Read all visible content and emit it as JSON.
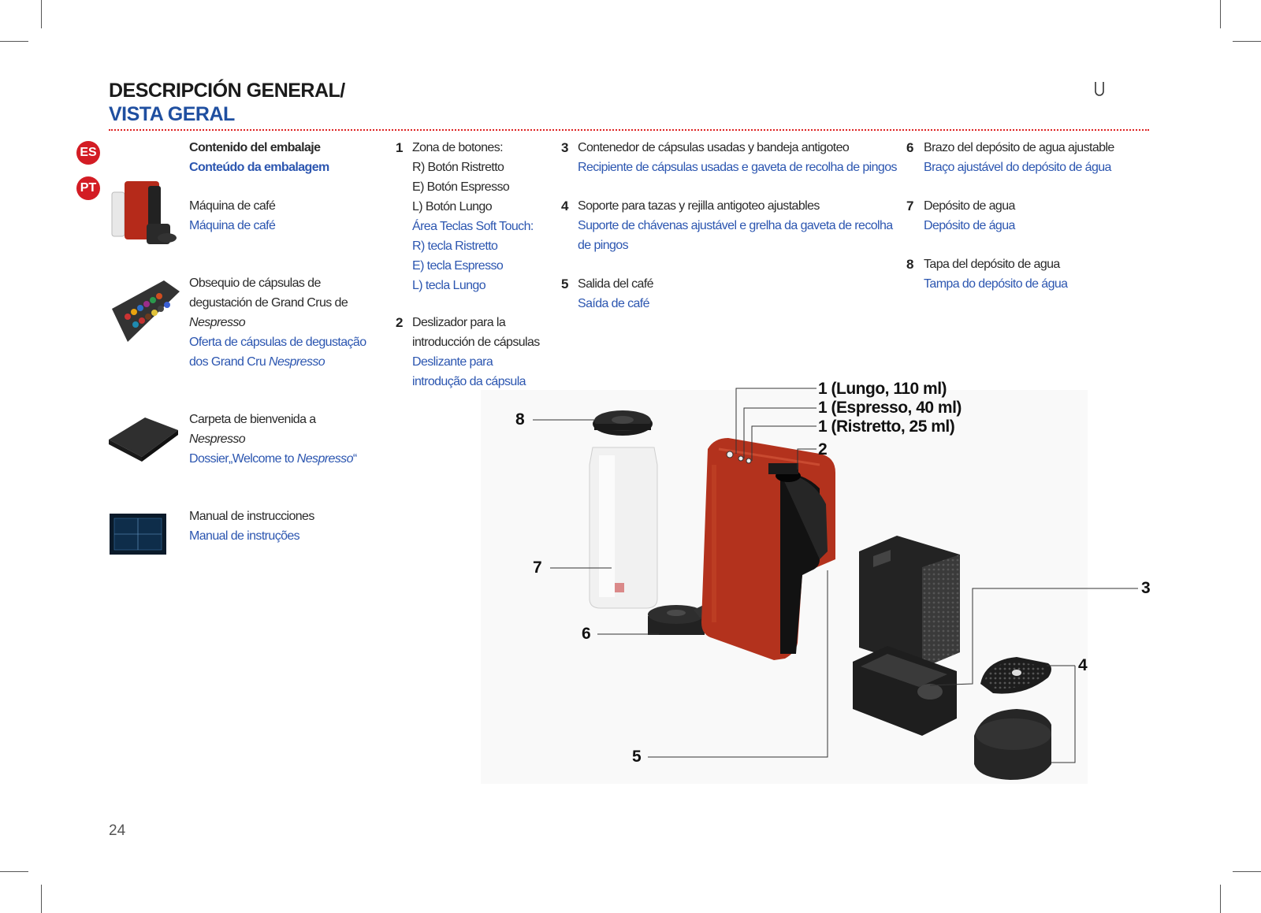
{
  "header": {
    "title_es": "DESCRIPCIÓN GENERAL/",
    "title_pt": "VISTA GERAL"
  },
  "languages": [
    "ES",
    "PT"
  ],
  "package": {
    "heading_es": "Contenido del embalaje",
    "heading_pt": "Conteúdo da embalagem",
    "items": [
      {
        "icon": "coffee-machine-thumbnail",
        "es": [
          "Máquina de café"
        ],
        "pt": [
          "Máquina de café"
        ]
      },
      {
        "icon": "capsule-box-thumbnail",
        "es": [
          "Obsequio de cápsulas de",
          "degustación de Grand Crus de",
          "Nespresso"
        ],
        "pt": [
          "Oferta de cápsulas de degustação",
          "dos Grand Cru Nespresso"
        ]
      },
      {
        "icon": "welcome-folder-thumbnail",
        "es": [
          "Carpeta de bienvenida a",
          "Nespresso"
        ],
        "pt": [
          "Dossier„Welcome to Nespresso“"
        ]
      },
      {
        "icon": "manual-thumbnail",
        "es": [
          "Manual de instrucciones"
        ],
        "pt": [
          "Manual de instruções"
        ]
      }
    ]
  },
  "parts": [
    {
      "n": "1",
      "es": [
        "Zona de botones:",
        "R) Botón Ristretto",
        "E) Botón Espresso",
        "L) Botón Lungo"
      ],
      "pt": [
        "Área Teclas Soft Touch:",
        "R) tecla Ristretto",
        "E) tecla Espresso",
        "L) tecla Lungo"
      ]
    },
    {
      "n": "2",
      "es": [
        "Deslizador para la",
        "introducción de cápsulas"
      ],
      "pt": [
        "Deslizante para",
        "introdução da cápsula"
      ]
    },
    {
      "n": "3",
      "es": [
        "Contenedor de cápsulas usadas y bandeja antigoteo"
      ],
      "pt": [
        "Recipiente de cápsulas usadas e gaveta de recolha de pingos"
      ]
    },
    {
      "n": "4",
      "es": [
        "Soporte para tazas y rejilla antigoteo ajustables"
      ],
      "pt": [
        "Suporte de chávenas ajustável e grelha da gaveta de recolha",
        "de pingos"
      ]
    },
    {
      "n": "5",
      "es": [
        "Salida del café"
      ],
      "pt": [
        "Saída de café"
      ]
    },
    {
      "n": "6",
      "es": [
        "Brazo del depósito de agua ajustable"
      ],
      "pt": [
        "Braço ajustável do depósito de água"
      ]
    },
    {
      "n": "7",
      "es": [
        "Depósito de agua"
      ],
      "pt": [
        "Depósito de água"
      ]
    },
    {
      "n": "8",
      "es": [
        "Tapa del depósito de agua"
      ],
      "pt": [
        "Tampa do depósito de água"
      ]
    }
  ],
  "callouts": {
    "lungo": "1 (Lungo, 110 ml)",
    "espresso": "1 (Espresso, 40 ml)",
    "ristretto": "1 (Ristretto, 25 ml)",
    "c2": "2",
    "c3": "3",
    "c4": "4",
    "c5": "5",
    "c6": "6",
    "c7": "7",
    "c8": "8"
  },
  "page_number": "24",
  "colors": {
    "es_text": "#2a2a2a",
    "pt_text": "#2c56b0",
    "accent_red": "#d31c24",
    "title_blue": "#1f4fa0"
  }
}
